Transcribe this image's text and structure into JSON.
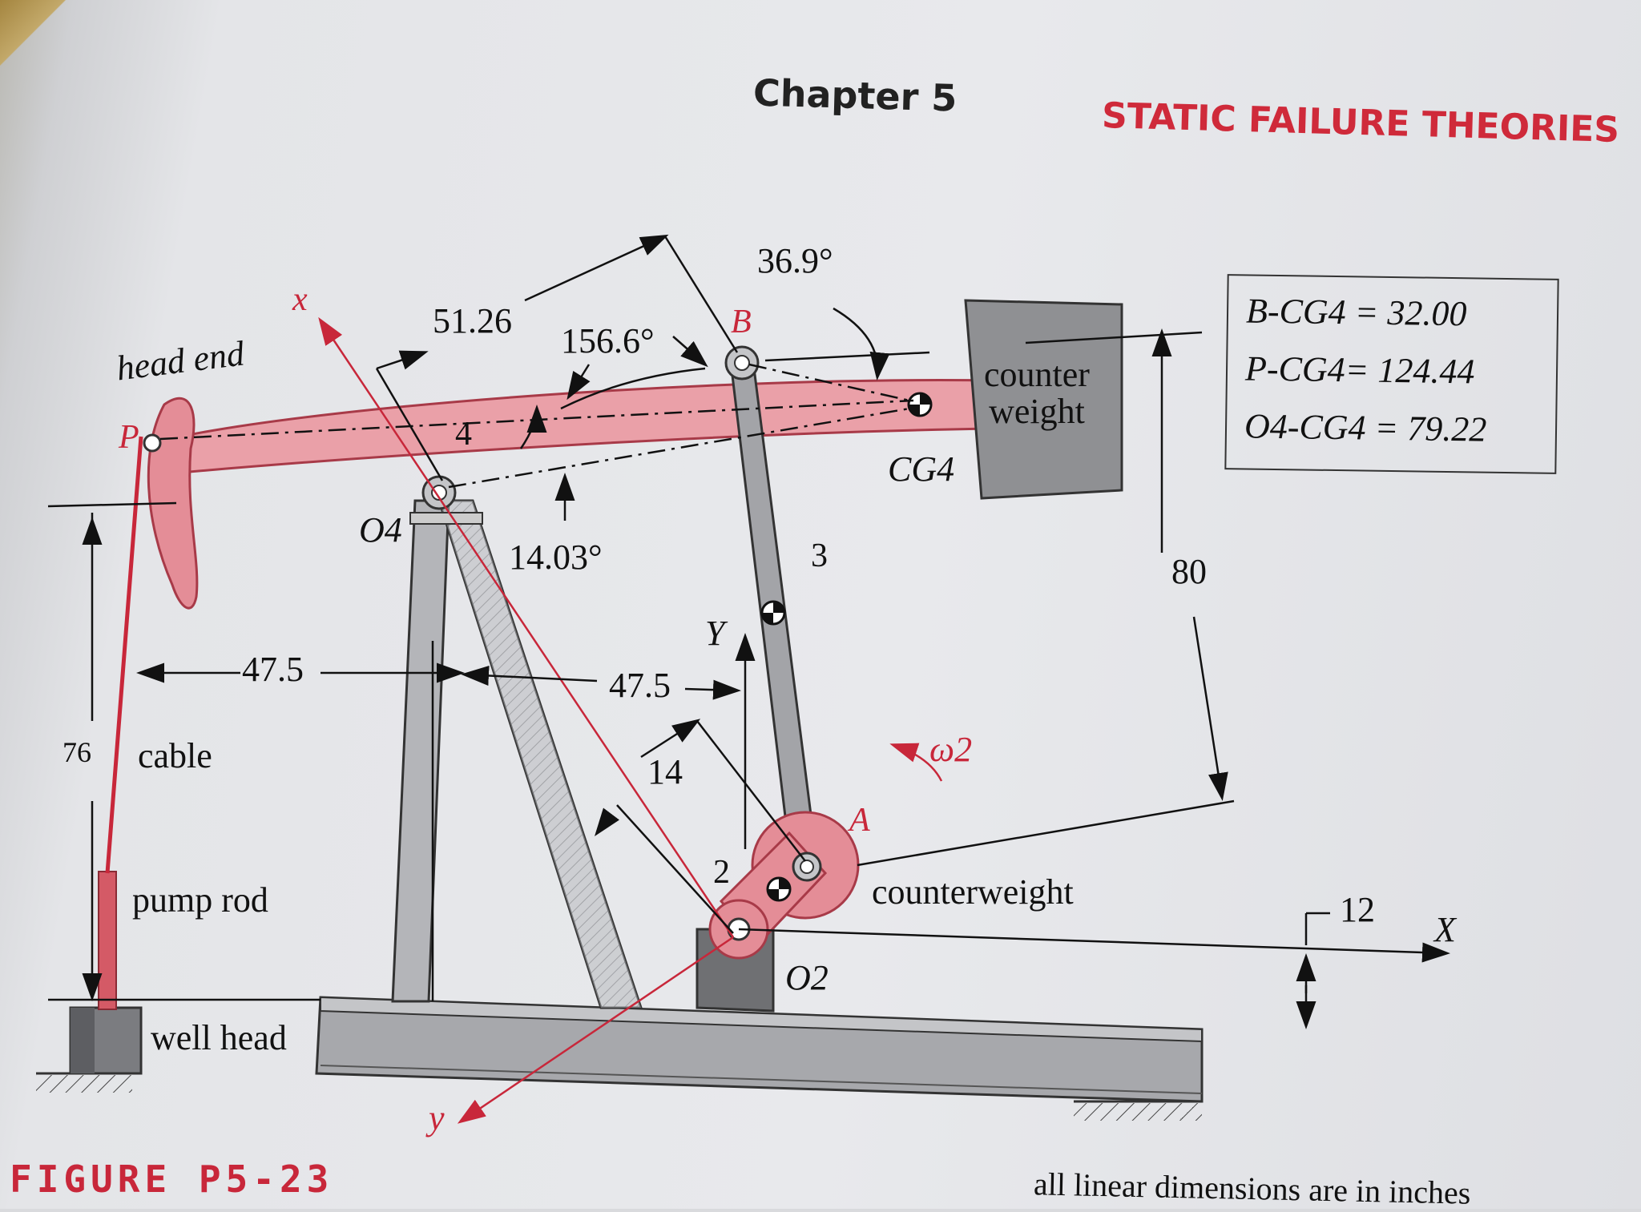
{
  "header": {
    "chapter": "Chapter 5",
    "section": "STATIC FAILURE THEORIES"
  },
  "figure": {
    "label": "FIGURE P5-23",
    "caption": "all linear dimensions are in inches"
  },
  "info_box": {
    "rows": [
      "B-CG4 = 32.00",
      "P-CG4= 124.44",
      "O4-CG4 = 79.22"
    ]
  },
  "labels": {
    "head_end": "head end",
    "cable": "cable",
    "pump_rod": "pump rod",
    "well_head": "well head",
    "counter_weight_box": "counter\nweight",
    "counter_weight_top": "counter",
    "counter_weight_bottom": "weight",
    "counterweight_crank": "counterweight",
    "point_p": "P",
    "point_b": "B",
    "point_a": "A",
    "point_o4": "O4",
    "point_o2": "O2",
    "point_cg4": "CG4",
    "axis_x_local": "x",
    "axis_y_local": "y",
    "axis_X_global": "X",
    "axis_Y_global": "Y",
    "omega": "ω2",
    "link_2": "2",
    "link_3": "3",
    "link_4": "4"
  },
  "dimensions": {
    "d_51_26": "51.26",
    "d_156_6": "156.6°",
    "d_36_9": "36.9°",
    "d_14_03": "14.03°",
    "d_47_5_left": "47.5",
    "d_47_5_right": "47.5",
    "d_14": "14",
    "d_76": "76",
    "d_80": "80",
    "d_12": "12"
  },
  "colors": {
    "beam_fill": "#eaa0a8",
    "beam_stroke": "#a83a48",
    "metal": "#b9babd",
    "dark_metal": "#6f7073",
    "accent_red": "#c8273a",
    "box_gray": "#8f9093"
  }
}
